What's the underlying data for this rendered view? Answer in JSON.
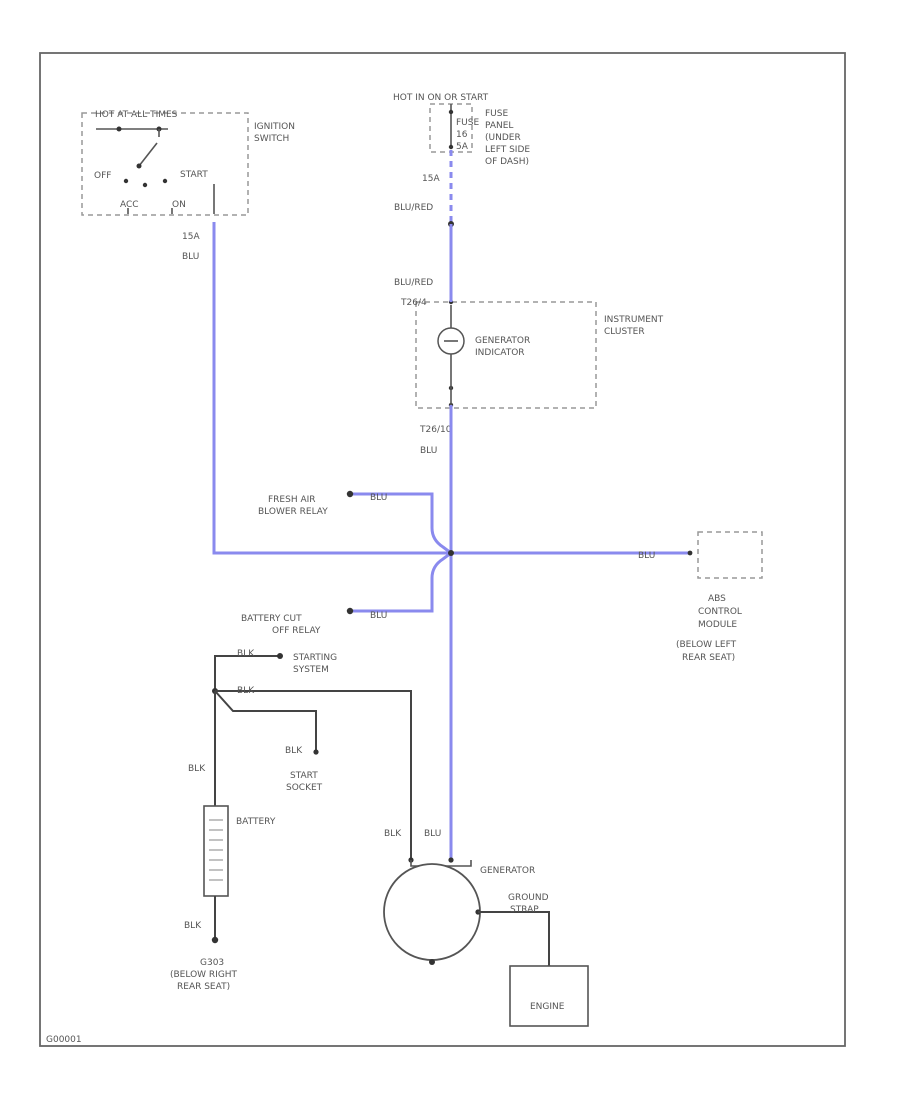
{
  "colors": {
    "wire_blue": "#8a8aee",
    "wire_dark": "#444444",
    "frame": "#666666"
  },
  "ignition": {
    "top_label": "HOT AT ALL TIMES",
    "name_line1": "IGNITION",
    "name_line2": "SWITCH",
    "off": "OFF",
    "start": "START",
    "acc": "ACC",
    "on": "ON",
    "wire_id": "15A",
    "wire_color": "BLU"
  },
  "fuse": {
    "hot_label": "HOT IN ON OR START",
    "fuse_label": "FUSE",
    "fuse_num": "16",
    "fuse_amp": "5A",
    "panel_line1": "FUSE",
    "panel_line2": "PANEL",
    "panel_line3": "(UNDER",
    "panel_line4": "LEFT SIDE",
    "panel_line5": "OF DASH)",
    "wire_id": "15A",
    "wire_color_1": "BLU/RED",
    "wire_color_2": "BLU/RED"
  },
  "cluster": {
    "connector_top": "T26/4",
    "indicator_line1": "GENERATOR",
    "indicator_line2": "INDICATOR",
    "name_line1": "INSTRUMENT",
    "name_line2": "CLUSTER",
    "connector_bottom": "T26/10",
    "wire_color": "BLU"
  },
  "branches": {
    "fresh_air_line1": "FRESH AIR",
    "fresh_air_line2": "BLOWER RELAY",
    "fresh_air_wire": "BLU",
    "battery_cut_line1": "BATTERY CUT",
    "battery_cut_line2": "OFF RELAY",
    "battery_cut_wire": "BLU",
    "abs_wire": "BLU",
    "abs_line1": "ABS",
    "abs_line2": "CONTROL",
    "abs_line3": "MODULE",
    "abs_line4": "(BELOW LEFT",
    "abs_line5": "REAR SEAT)"
  },
  "lower": {
    "starting_wire": "BLK",
    "starting_line1": "STARTING",
    "starting_line2": "SYSTEM",
    "main_wire": "BLK",
    "socket_wire": "BLK",
    "socket_line1": "START",
    "socket_line2": "SOCKET",
    "batt_top_wire": "BLK",
    "battery": "BATTERY",
    "batt_bottom_wire": "BLK",
    "ground_line1": "G303",
    "ground_line2": "(BELOW RIGHT",
    "ground_line3": "REAR SEAT)",
    "gen_wire_1": "BLK",
    "gen_wire_2": "BLU",
    "generator": "GENERATOR",
    "strap_line1": "GROUND",
    "strap_line2": "STRAP",
    "engine": "ENGINE"
  },
  "footer": {
    "code": "G00001"
  }
}
